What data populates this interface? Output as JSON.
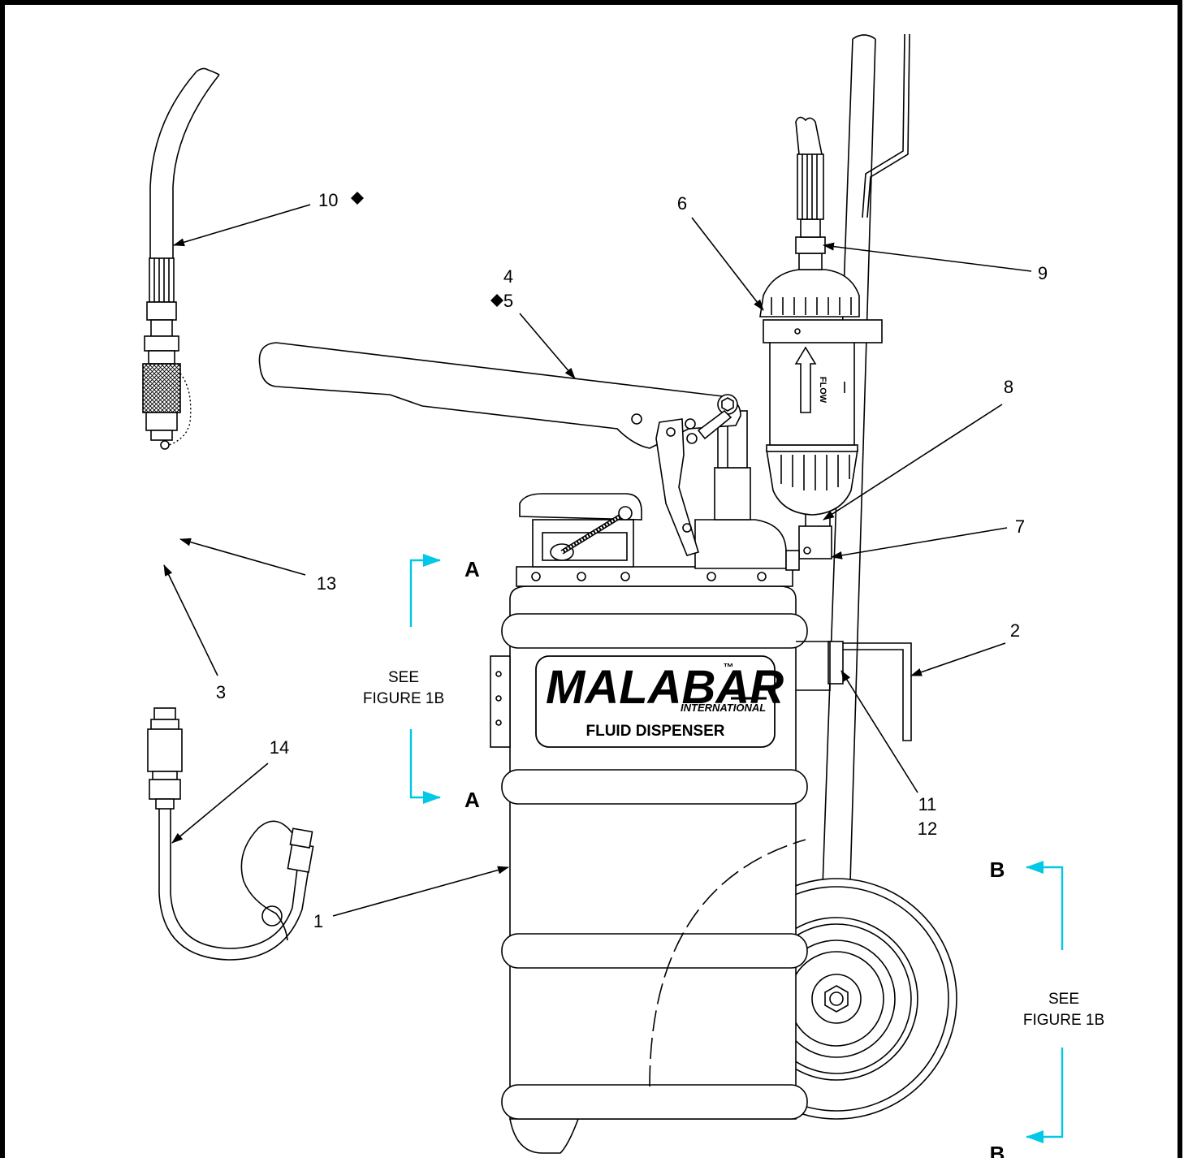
{
  "callouts": {
    "c1": "1",
    "c2": "2",
    "c3": "3",
    "c4": "4",
    "c5": "5",
    "c6": "6",
    "c7": "7",
    "c8": "8",
    "c9": "9",
    "c10": "10",
    "c11": "11",
    "c12": "12",
    "c13": "13",
    "c14": "14"
  },
  "sections": {
    "a_top": "A",
    "a_bottom": "A",
    "b_top": "B",
    "b_bottom": "B"
  },
  "notes": {
    "see_a_line1": "SEE",
    "see_a_line2": "FIGURE  1B",
    "see_b_line1": "SEE",
    "see_b_line2": "FIGURE  1B"
  },
  "product": {
    "logo": "MALABAR",
    "logo_tm": "™",
    "logo_sub": "INTERNATIONAL",
    "plate": "FLUID  DISPENSER",
    "filter_label": "FLOW"
  },
  "colors": {
    "line": "#000000",
    "section_marker": "#00c8e6",
    "background": "#ffffff"
  }
}
